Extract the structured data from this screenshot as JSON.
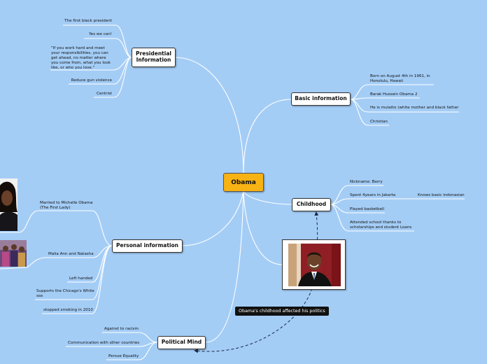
{
  "root": {
    "label": "Obama"
  },
  "branches": {
    "presidential": {
      "label": "Presidential\nInformation",
      "items": [
        "The first black president",
        "Yes we can!",
        "\"If you work hard and meet\n your responsibilities, you can\n get ahead, no matter where\n you come from, what you look\n like, or who you love.\"",
        "Reduce gun violence",
        "Centrist"
      ]
    },
    "basic": {
      "label": "Basic information",
      "items": [
        "Born on August 4th in 1961, in\nHonolulu, Hawaii",
        "Barak Hussein Obama 2",
        "He is mulatto (white mother and black father",
        "Christian"
      ]
    },
    "childhood": {
      "label": "Childhood",
      "items": [
        "Nickname: Barry",
        "Spent 4years in Jakarta",
        "Played basketball",
        "Attended school thanks to\n scholarships and student Loans"
      ],
      "subitem": "Knows basic indonasian"
    },
    "personal": {
      "label": "Personal information",
      "items": [
        "Married to Michelle Obama\n(The First Lady)",
        "Malia Ann and Natasha",
        "Left handed",
        "Supports the Chicago's White\nsox",
        "stopped smoking in 2010"
      ]
    },
    "political": {
      "label": "Political Mind",
      "items": [
        "Against to racism",
        "Communication with other countries",
        "Persue Equality"
      ]
    }
  },
  "relationship": {
    "label": "Obama's childhood affected his politics"
  },
  "colors": {
    "background": "#a4cdf6",
    "root": "#f7b313",
    "connector": "#ffffff",
    "relationship": "#1a2a44"
  }
}
